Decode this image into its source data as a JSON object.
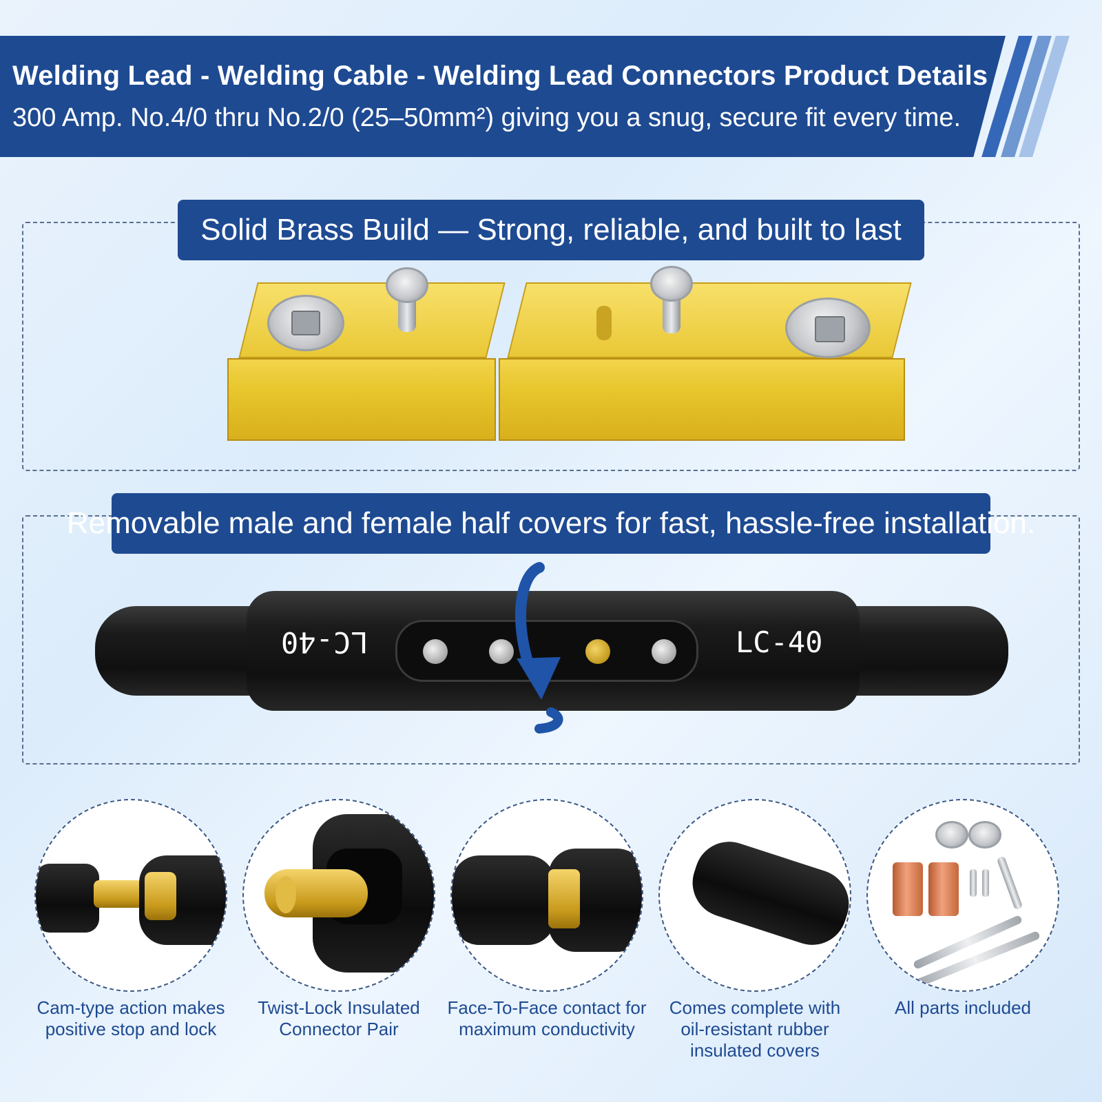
{
  "header": {
    "title": "Welding Lead - Welding Cable - Welding Lead Connectors Product Details",
    "subtitle": "300 Amp. No.4/0 thru No.2/0 (25–50mm²) giving you a snug, secure fit every time."
  },
  "section_brass": {
    "label": "Solid Brass Build — Strong, reliable, and built to last"
  },
  "section_covers": {
    "label": "Removable male and female half covers for fast, hassle-free installation.",
    "left_marking": "LC-40",
    "right_marking": "LC-40"
  },
  "features": [
    {
      "line1": "Cam-type action makes",
      "line2": "positive stop and lock",
      "line3": ""
    },
    {
      "line1": "Twist-Lock Insulated",
      "line2": "Connector Pair",
      "line3": ""
    },
    {
      "line1": "Face-To-Face contact for",
      "line2": "maximum conductivity",
      "line3": ""
    },
    {
      "line1": "Comes complete with",
      "line2": "oil-resistant rubber",
      "line3": "insulated covers"
    },
    {
      "line1": "All parts included",
      "line2": "",
      "line3": ""
    }
  ],
  "colors": {
    "brand_blue": "#1e4a92",
    "caption_blue": "#1e4a92",
    "brass": "#e7c52c"
  },
  "icons": [
    "rotate-arrow-icon"
  ]
}
